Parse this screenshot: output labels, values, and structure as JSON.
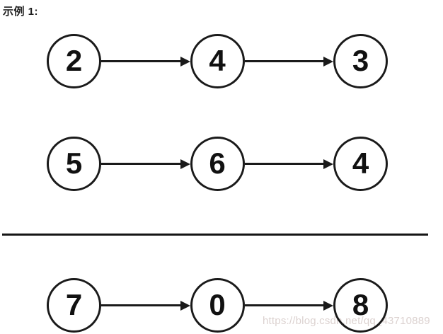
{
  "page": {
    "label": "示例 1:",
    "background_color": "#ffffff"
  },
  "diagram": {
    "type": "singly-linked-lists",
    "node_shape": "circle",
    "stroke_color": "#1a1a1a",
    "node_fill_color": "#ffffff",
    "lists": [
      {
        "nodes": [
          "2",
          "4",
          "3"
        ]
      },
      {
        "nodes": [
          "5",
          "6",
          "4"
        ]
      },
      {
        "nodes": [
          "7",
          "0",
          "8"
        ]
      }
    ],
    "divider_between_list_2_and_3": true
  },
  "watermark": {
    "text": "https://blog.csdn.net/qq_43710889",
    "color": "#dcd2d0"
  }
}
